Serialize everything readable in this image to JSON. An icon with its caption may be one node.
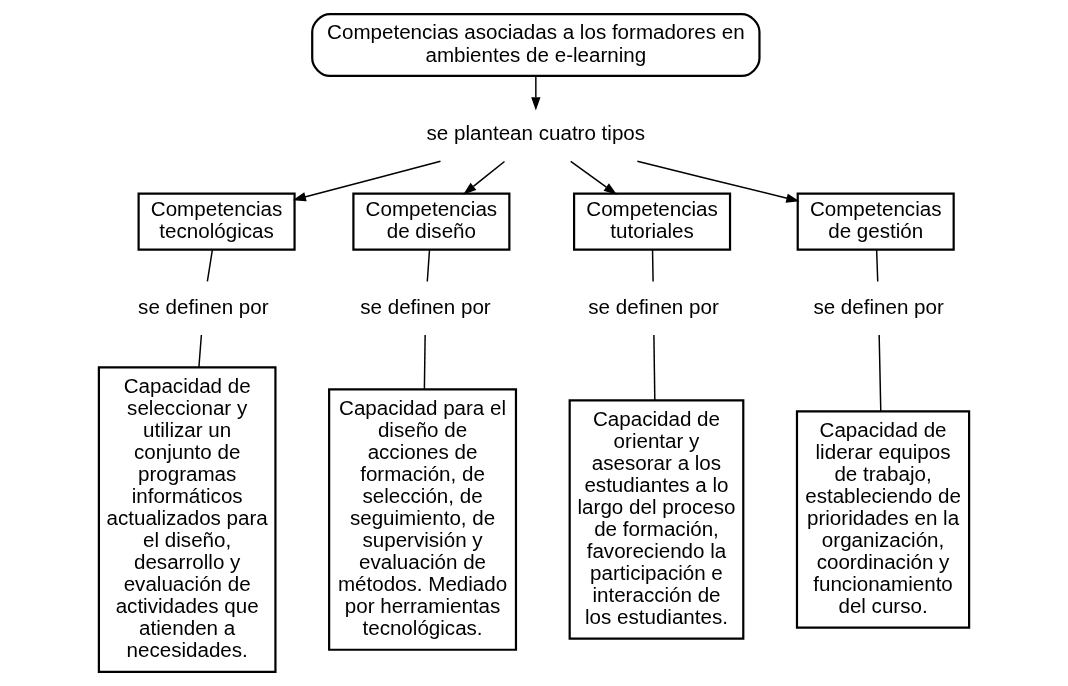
{
  "diagram": {
    "nodes": [
      {
        "text": [
          "Competencias asociadas a los formadores en ambientes de e-learning"
        ]
      },
      {
        "text": [
          "se plantean cuatro tipos"
        ]
      },
      {
        "text": [
          "Competencias tecnológicas"
        ]
      },
      {
        "text": [
          "Competencias de diseño"
        ]
      },
      {
        "text": [
          "Competencias tutoriales"
        ]
      },
      {
        "text": [
          "Competencias de gestión"
        ]
      },
      {
        "text": [
          "se definen por"
        ]
      },
      {
        "text": [
          "se definen por"
        ]
      },
      {
        "text": [
          "se definen por"
        ]
      },
      {
        "text": [
          "se definen por"
        ]
      },
      {
        "text": [
          "Capacidad de seleccionar y utilizar un conjunto de programas informáticos actualizados para el diseño, desarrollo y evaluación de actividades que atienden a necesidades."
        ]
      },
      {
        "text": [
          "Capacidad para el diseño de acciones de formación, de selección, de seguimiento, de supervisión y evaluación de métodos. Mediado por herramientas tecnológicas."
        ]
      },
      {
        "text": [
          "Capacidad de orientar y asesorar a los estudiantes a lo largo del proceso de formación, favoreciendo la participación e interacción de los estudiantes."
        ]
      },
      {
        "text": [
          "Capacidad de liderar equipos de trabajo, estableciendo de prioridades en la organización, coordinación y funcionamiento del curso."
        ]
      }
    ],
    "edges": [
      {
        "from": 0,
        "to": 1,
        "arrow": "to"
      },
      {
        "from": 1,
        "to": 2,
        "arrow": "to"
      },
      {
        "from": 1,
        "to": 3,
        "arrow": "to"
      },
      {
        "from": 1,
        "to": 4,
        "arrow": "to"
      },
      {
        "from": 1,
        "to": 5,
        "arrow": "to"
      },
      {
        "from": 2,
        "to": 6,
        "arrow": "none"
      },
      {
        "from": 6,
        "to": 10,
        "arrow": "none"
      },
      {
        "from": 3,
        "to": 7,
        "arrow": "none"
      },
      {
        "from": 7,
        "to": 11,
        "arrow": "none"
      },
      {
        "from": 4,
        "to": 8,
        "arrow": "none"
      },
      {
        "from": 8,
        "to": 12,
        "arrow": "none"
      },
      {
        "from": 5,
        "to": 9,
        "arrow": "none"
      },
      {
        "from": 9,
        "to": 13,
        "arrow": "none"
      }
    ]
  }
}
